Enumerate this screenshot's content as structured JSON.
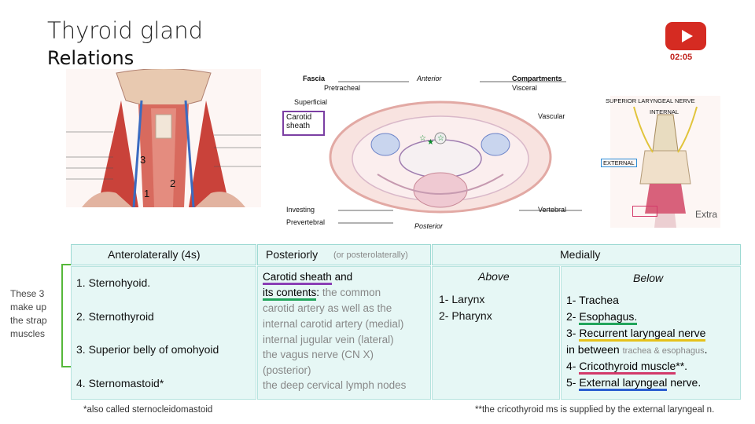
{
  "header": {
    "title": "Thyroid gland",
    "subtitle": "Relations"
  },
  "video": {
    "timestamp": "02:05"
  },
  "figure_left": {
    "labels": [
      "3",
      "1",
      "2"
    ]
  },
  "figure_middle": {
    "labels": {
      "fascia": "Fascia",
      "pretracheal": "Pretracheal",
      "superficial": "Superficial",
      "carotid_sheath_1": "Carotid",
      "carotid_sheath_2": "sheath",
      "anterior": "Anterior",
      "compartments": "Compartments",
      "visceral": "Visceral",
      "vascular": "Vascular",
      "investing": "Investing",
      "prevertebral": "Prevertebral",
      "vertebral": "Vertebral",
      "posterior": "Posterior"
    }
  },
  "figure_right": {
    "labels": {
      "superior_laryngeal": "SUPERIOR LARYNGEAL NERVE",
      "internal": "INTERNAL",
      "external": "EXTERNAL",
      "extra": "Extra"
    }
  },
  "strap_note": {
    "line1": "These 3",
    "line2": "make up",
    "line3": "the strap",
    "line4": "muscles"
  },
  "anterolateral": {
    "header": "Anterolaterally (4s)",
    "items": [
      "1. Sternohyoid.",
      "2. Sternothyroid",
      "3. Superior  belly of omohyoid",
      "4. Sternomastoid*"
    ],
    "footnote": "*also called sternocleidomastoid"
  },
  "posterior": {
    "header": "Posteriorly",
    "header_note": "(or posterolaterally)",
    "lead_u": "Carotid sheath",
    "lead_rest": " and",
    "line2a": "its contents",
    "line2b": ": ",
    "line2c": "the common",
    "lines": [
      "carotid artery as well as the",
      "internal carotid artery (medial)",
      "internal jugular vein (lateral)",
      "the vagus nerve (CN X)",
      "(posterior)",
      "the deep cervical lymph nodes"
    ]
  },
  "medially": {
    "header": "Medially",
    "above_title": "Above",
    "above_items": [
      "1- Larynx",
      "2- Pharynx"
    ],
    "below_title": "Below",
    "b1": "1- Trachea",
    "b2_pre": "2- ",
    "b2_u": "Esophagus.",
    "b3_pre": "3- ",
    "b3_u": "Recurrent laryngeal nerve",
    "b4_pre": "in between ",
    "b4_note": "trachea & esophagus",
    "b4_post": ".",
    "b5_pre": "4- ",
    "b5_u": "Cricothyroid muscle",
    "b5_post": "**.",
    "b6_pre": "5- ",
    "b6_u": "External laryngeal",
    "b6_post": " nerve.",
    "footnote": "**the cricothyroid ms is supplied by the external laryngeal n."
  }
}
